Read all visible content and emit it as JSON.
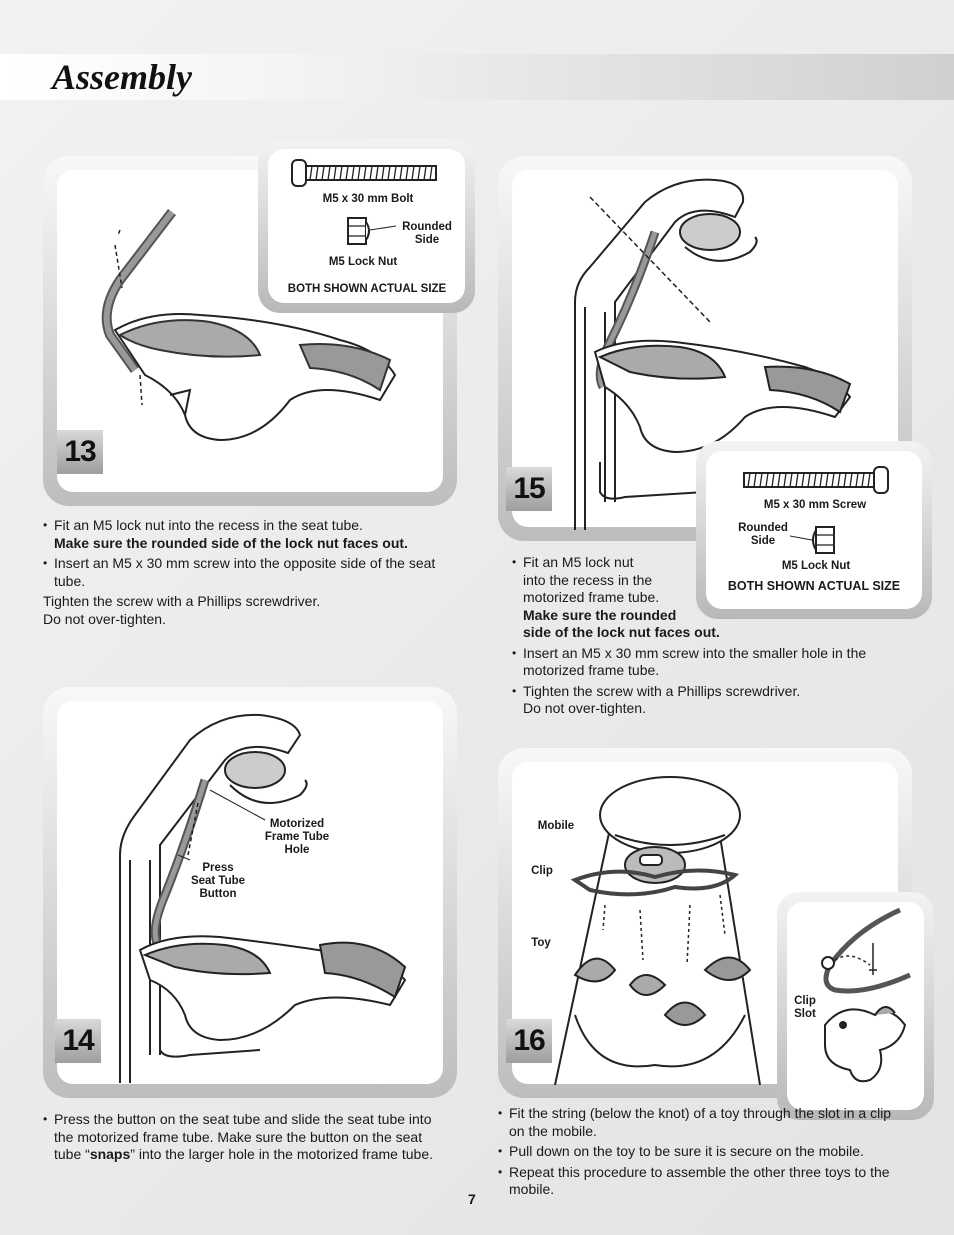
{
  "page": {
    "title": "Assembly",
    "page_number": "7"
  },
  "step13": {
    "number": "13",
    "bolt_label": "M5 x 30 mm Bolt",
    "rounded_side_1": "Rounded",
    "rounded_side_2": "Side",
    "nut_label": "M5 Lock Nut",
    "actual_size": "BOTH SHOWN ACTUAL SIZE",
    "bullet1": "Fit an M5 lock nut into the recess in the seat tube.",
    "bullet1_bold": "Make sure the rounded side of the lock nut faces out.",
    "bullet2": "Insert an M5 x 30 mm screw into the opposite side of the seat tube.",
    "para1": "Tighten the screw with a Phillips screwdriver.",
    "para2": "Do not over-tighten."
  },
  "step14": {
    "number": "14",
    "frame_tube_1": "Motorized",
    "frame_tube_2": "Frame Tube",
    "frame_tube_3": "Hole",
    "press_1": "Press",
    "press_2": "Seat Tube",
    "press_3": "Button",
    "text_1": "Press the button on the seat tube and slide the seat tube into the motorized frame tube. Make sure the button on the seat tube “",
    "text_bold": "snaps",
    "text_2": "” into the larger hole in the motorized frame tube."
  },
  "step15": {
    "number": "15",
    "screw_label": "M5 x 30 mm Screw",
    "rounded_side_1": "Rounded",
    "rounded_side_2": "Side",
    "nut_label": "M5 Lock Nut",
    "actual_size": "BOTH SHOWN ACTUAL SIZE",
    "bullet1_l1": "Fit an M5 lock nut",
    "bullet1_l2": "into the recess in the",
    "bullet1_l3": "motorized frame tube.",
    "bullet1_b1": "Make sure the rounded",
    "bullet1_b2": "side of the lock nut faces out.",
    "bullet2": "Insert an M5 x 30 mm screw into the smaller hole in the motorized frame tube.",
    "bullet3_l1": "Tighten the screw with a Phillips screwdriver.",
    "bullet3_l2": "Do not over-tighten."
  },
  "step16": {
    "number": "16",
    "mobile": "Mobile",
    "clip": "Clip",
    "toy": "Toy",
    "clip_slot_1": "Clip",
    "clip_slot_2": "Slot",
    "bullet1": "Fit the string (below the knot) of a toy through the slot in a clip on the mobile.",
    "bullet2": "Pull down on the toy to be sure it is secure on the mobile.",
    "bullet3": "Repeat this procedure to assemble the other three toys to the mobile."
  }
}
